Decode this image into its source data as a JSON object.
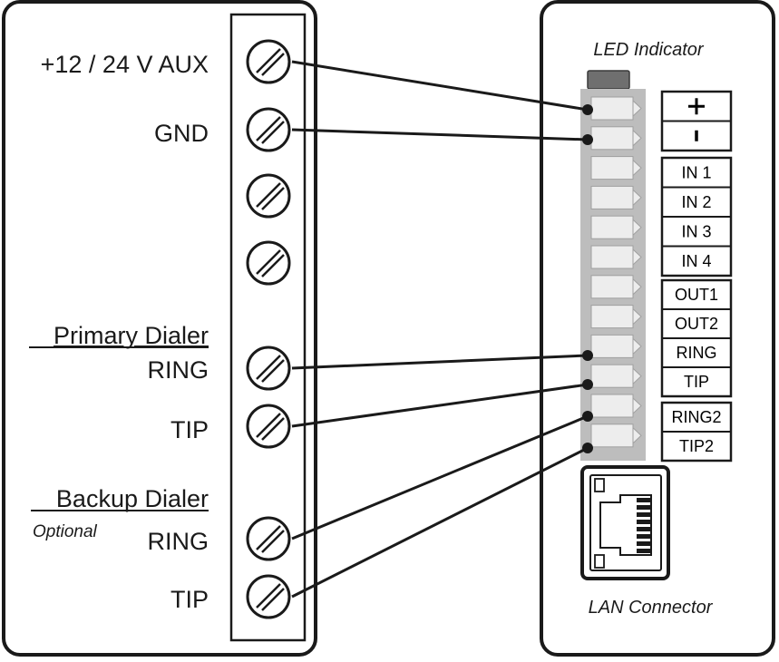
{
  "left_panel": {
    "aux": "+12 / 24 V AUX",
    "gnd": "GND",
    "primary_header": "Primary Dialer",
    "primary_ring": "RING",
    "primary_tip": "TIP",
    "backup_header": "Backup Dialer",
    "backup_optional": "Optional",
    "backup_ring": "RING",
    "backup_tip": "TIP"
  },
  "right_panel": {
    "led_indicator": "LED Indicator",
    "lan_connector": "LAN Connector",
    "terminals": [
      "+",
      "-",
      "IN 1",
      "IN 2",
      "IN 3",
      "IN 4",
      "OUT1",
      "OUT2",
      "RING",
      "TIP",
      "RING2",
      "TIP2"
    ]
  },
  "colors": {
    "outline": "#1a1a1a",
    "led": "#6f6f6f",
    "strip": "#bdbdbd",
    "slot": "#ededed"
  }
}
